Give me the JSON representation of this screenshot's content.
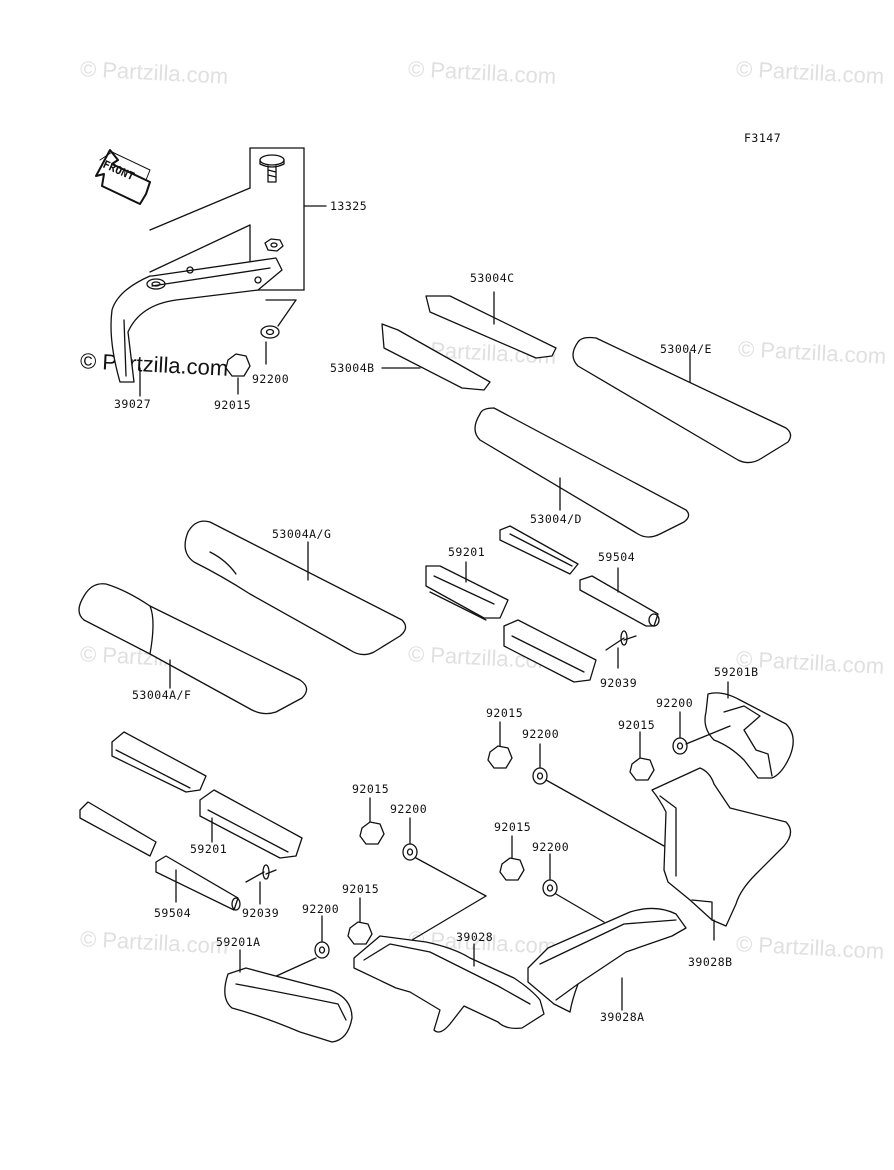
{
  "figure_code": "F3147",
  "front_label": "FRONT",
  "watermark": "© Partzilla.com",
  "labels": {
    "p13325": "13325",
    "p92200_a": "92200",
    "p92015_a": "92015",
    "p39027": "39027",
    "p53004C": "53004C",
    "p53004B": "53004B",
    "p53004E": "53004/E",
    "p53004D": "53004/D",
    "p53004AG": "53004A/G",
    "p53004AF": "53004A/F",
    "p59201_a": "59201",
    "p59504_a": "59504",
    "p92039_a": "92039",
    "p59201B": "59201B",
    "p92200_b": "92200",
    "p92015_b": "92015",
    "p92015_c": "92015",
    "p92200_c": "92200",
    "p92015_d": "92015",
    "p92200_d": "92200",
    "p92015_e": "92015",
    "p92200_e": "92200",
    "p92015_f": "92015",
    "p92200_f": "92200",
    "p59201_b": "59201",
    "p59504_b": "59504",
    "p92039_b": "92039",
    "p59201A": "59201A",
    "p39028": "39028",
    "p39028A": "39028A",
    "p39028B": "39028B"
  }
}
